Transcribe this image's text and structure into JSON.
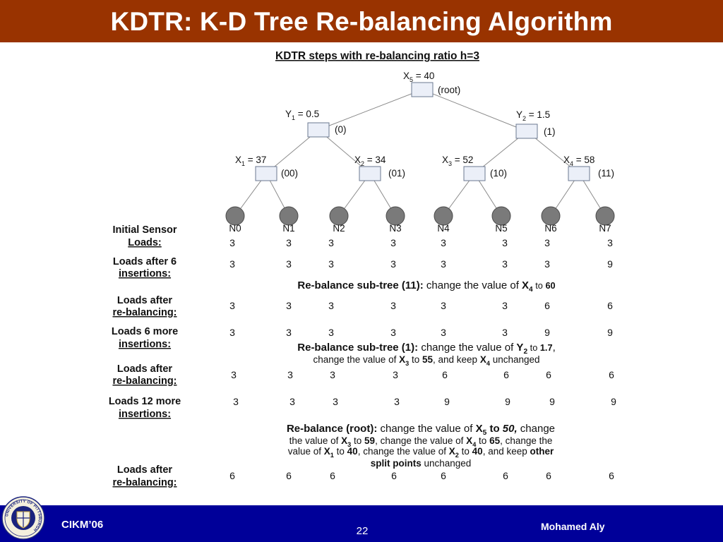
{
  "slide": {
    "title": "KDTR: K-D Tree Re-balancing Algorithm",
    "footer_left": "CIKM’06",
    "page_number": "22",
    "footer_right": "Mohamed Aly",
    "logo": "UNIVERSITY OF PITTSBURGH"
  },
  "figure": {
    "caption": "KDTR steps with re-balancing ratio h=3",
    "nodes": [
      {
        "id": "root",
        "var": "X",
        "sub": "5",
        "value": " = 40",
        "label": "(root)"
      },
      {
        "id": "n0",
        "var": "Y",
        "sub": "1",
        "value": " = 0.5",
        "label": "(0)"
      },
      {
        "id": "n1",
        "var": "Y",
        "sub": "2",
        "value": " = 1.5",
        "label": "(1)"
      },
      {
        "id": "n00",
        "var": "X",
        "sub": "1",
        "value": " = 37",
        "label": "(00)"
      },
      {
        "id": "n01",
        "var": "X",
        "sub": "2",
        "value": " = 34",
        "label": "(01)"
      },
      {
        "id": "n10",
        "var": "X",
        "sub": "3",
        "value": " = 52",
        "label": "(10)"
      },
      {
        "id": "n11",
        "var": "X",
        "sub": "4",
        "value": " = 58",
        "label": "(11)"
      }
    ],
    "leaves": [
      "N0",
      "N1",
      "N2",
      "N3",
      "N4",
      "N5",
      "N6",
      "N7"
    ],
    "rows": [
      {
        "label": [
          "Initial Sensor",
          "Loads:"
        ],
        "values": [
          3,
          3,
          3,
          3,
          3,
          3,
          3,
          3
        ]
      },
      {
        "label": [
          "Loads after 6",
          "insertions:"
        ],
        "values": [
          3,
          3,
          3,
          3,
          3,
          3,
          3,
          9
        ]
      },
      {
        "label": [
          "Loads after",
          "re-balancing:"
        ],
        "values": [
          3,
          3,
          3,
          3,
          3,
          3,
          6,
          6
        ]
      },
      {
        "label": [
          "Loads 6 more",
          "insertions:"
        ],
        "values": [
          3,
          3,
          3,
          3,
          3,
          3,
          9,
          9
        ]
      },
      {
        "label": [
          "Loads after",
          "re-balancing:"
        ],
        "values": [
          3,
          3,
          3,
          3,
          6,
          6,
          6,
          6
        ]
      },
      {
        "label": [
          "Loads 12 more",
          "insertions:"
        ],
        "values": [
          3,
          3,
          3,
          3,
          9,
          9,
          9,
          9
        ]
      },
      {
        "label": [
          "Loads after",
          "re-balancing:"
        ],
        "values": [
          6,
          6,
          6,
          6,
          6,
          6,
          6,
          6
        ]
      }
    ],
    "notes": [
      [
        [
          {
            "t": "Re-balance sub-tree (11): ",
            "b": true
          },
          {
            "t": "change the value of "
          },
          {
            "t": "X",
            "b": true
          },
          {
            "t": "4",
            "b": true,
            "sub": true
          },
          {
            "t": " to ",
            "small": true
          },
          {
            "t": "60",
            "b": true,
            "small": true
          }
        ]
      ],
      [
        [
          {
            "t": "Re-balance sub-tree (1): ",
            "b": true
          },
          {
            "t": "change the value of "
          },
          {
            "t": "Y",
            "b": true
          },
          {
            "t": "2",
            "b": true,
            "sub": true
          },
          {
            "t": " to ",
            "small": true
          },
          {
            "t": "1.7",
            "b": true,
            "small": true
          },
          {
            "t": ","
          }
        ],
        [
          {
            "t": "change the value of "
          },
          {
            "t": "X",
            "b": true
          },
          {
            "t": "3",
            "b": true,
            "sub": true
          },
          {
            "t": " to "
          },
          {
            "t": "55",
            "b": true
          },
          {
            "t": ", and keep "
          },
          {
            "t": "X",
            "b": true
          },
          {
            "t": "4",
            "b": true,
            "sub": true
          },
          {
            "t": " unchanged"
          }
        ]
      ],
      [
        [
          {
            "t": "Re-balance (root): ",
            "b": true
          },
          {
            "t": "change the value of "
          },
          {
            "t": "X",
            "b": true
          },
          {
            "t": "5",
            "b": true,
            "sub": true
          },
          {
            "t": " to ",
            "b": true
          },
          {
            "t": "50,",
            "b": true,
            "i": true
          },
          {
            "t": " change"
          }
        ],
        [
          {
            "t": "the value of "
          },
          {
            "t": "X",
            "b": true
          },
          {
            "t": "3",
            "b": true,
            "sub": true
          },
          {
            "t": " to "
          },
          {
            "t": "59",
            "b": true
          },
          {
            "t": ", change the value of "
          },
          {
            "t": "X",
            "b": true
          },
          {
            "t": "4",
            "b": true,
            "sub": true
          },
          {
            "t": " to "
          },
          {
            "t": "65",
            "b": true
          },
          {
            "t": ", change the"
          }
        ],
        [
          {
            "t": "value of "
          },
          {
            "t": "X",
            "b": true
          },
          {
            "t": "1",
            "b": true,
            "sub": true
          },
          {
            "t": " to "
          },
          {
            "t": "40",
            "b": true
          },
          {
            "t": ", change the value of "
          },
          {
            "t": "X",
            "b": true
          },
          {
            "t": "2",
            "b": true,
            "sub": true
          },
          {
            "t": " to "
          },
          {
            "t": "40",
            "b": true
          },
          {
            "t": ",  and keep "
          },
          {
            "t": "other",
            "b": true
          }
        ],
        [
          {
            "t": "split points ",
            "b": true
          },
          {
            "t": "unchanged"
          }
        ]
      ]
    ]
  }
}
